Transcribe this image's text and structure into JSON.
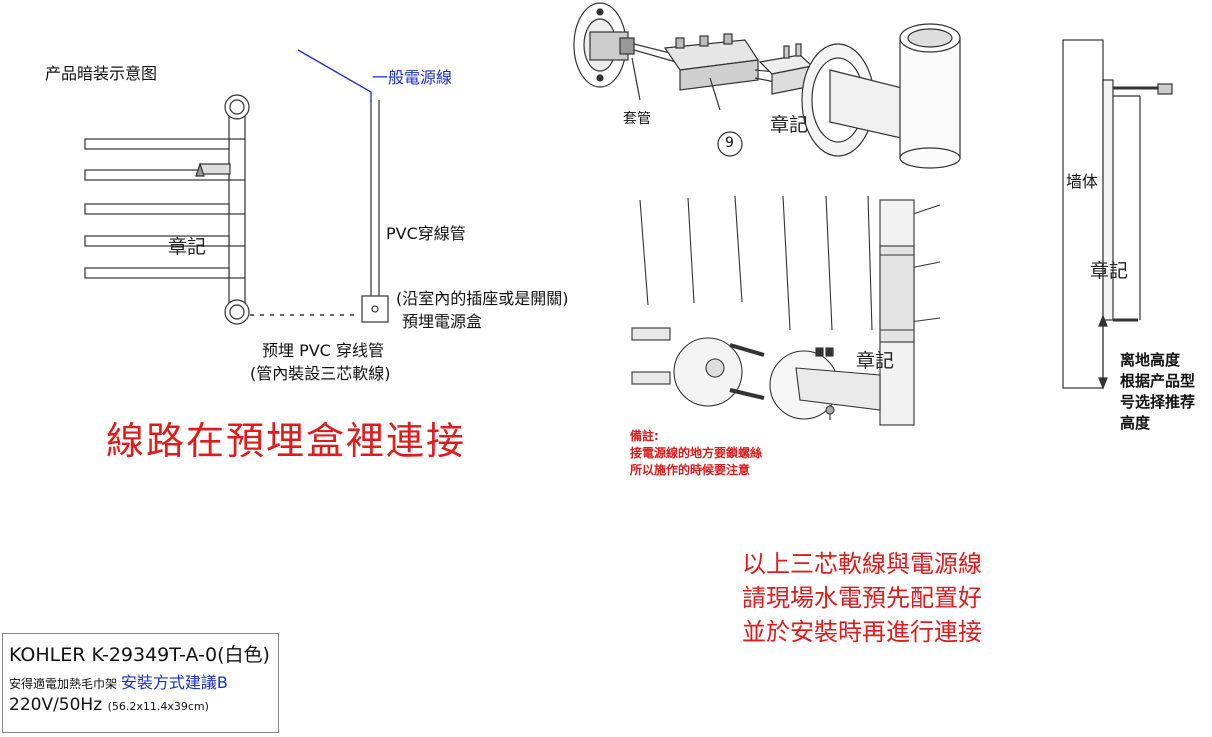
{
  "left_diagram": {
    "title": "产品暗装示意图",
    "power_line_label": "一般電源線",
    "pvc_conduit_label": "PVC穿線管",
    "socket_note": "(沿室內的插座或是開關)",
    "box_label": "預埋電源盒",
    "embedded_pvc_label": "预埋 PVC 穿线管",
    "embedded_pvc_note": "(管內裝設三芯軟線)",
    "seal": "章記"
  },
  "headline": "線路在預埋盒裡連接",
  "top_detail": {
    "sleeve_label": "套管",
    "part_number": "9",
    "seal": "章記"
  },
  "mount_detail": {
    "seal": "章記",
    "remark_title": "備註:",
    "remark_line1": "接電源線的地方要鎖螺絲",
    "remark_line2": "所以施作的時候要注意"
  },
  "side_view": {
    "wall_label": "墙体",
    "seal": "章記",
    "height_note_lines": [
      "离地高度",
      "根据产品型",
      "号选择推荐",
      "高度"
    ]
  },
  "wiring_note": [
    "以上三芯軟線與電源線",
    "請現場水電預先配置好",
    "並於安裝時再進行連接"
  ],
  "spec": {
    "model": "KOHLER K-29349T-A-0(白色)",
    "product_name": "安得適電加熱毛巾架",
    "install_method": "安裝方式建議B",
    "voltage": "220V/50Hz",
    "size": "(56.2x11.4x39cm)"
  },
  "colors": {
    "red": "#e01b1b",
    "blue": "#1a2fd0",
    "line": "#333333"
  }
}
